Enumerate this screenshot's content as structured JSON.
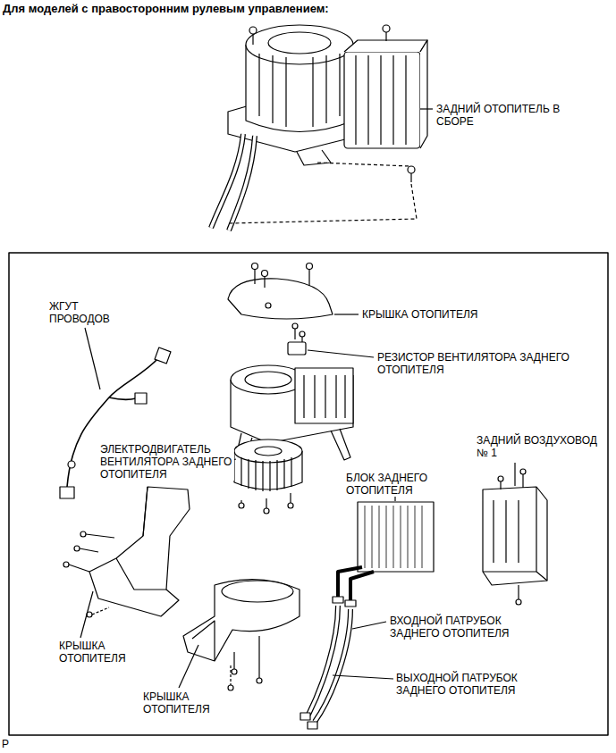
{
  "diagram": {
    "title": "Для моделей с правосторонним рулевым управлением:",
    "labels": [
      "ЗАДНИЙ ОТОПИТЕЛЬ В СБОРЕ",
      "ЖГУТ ПРОВОДОВ",
      "КРЫШКА ОТОПИТЕЛЯ",
      "РЕЗИСТОР ВЕНТИЛЯТОРА ЗАДНЕГО ОТОПИТЕЛЯ",
      "ЭЛЕКТРОДВИГАТЕЛЬ ВЕНТИЛЯТОРА ЗАДНЕГО ОТОПИТЕЛЯ",
      "ЗАДНИЙ ВОЗДУХОВОД № 1",
      "БЛОК ЗАДНЕГО ОТОПИТЕЛЯ",
      "ВХОДНОЙ ПАТРУБОК ЗАДНЕГО ОТОПИТЕЛЯ",
      "КРЫШКА ОТОПИТЕЛЯ",
      "ВЫХОДНОЙ ПАТРУБОК ЗАДНЕГО ОТОПИТЕЛЯ",
      "КРЫШКА ОТОПИТЕЛЯ",
      "P"
    ]
  }
}
